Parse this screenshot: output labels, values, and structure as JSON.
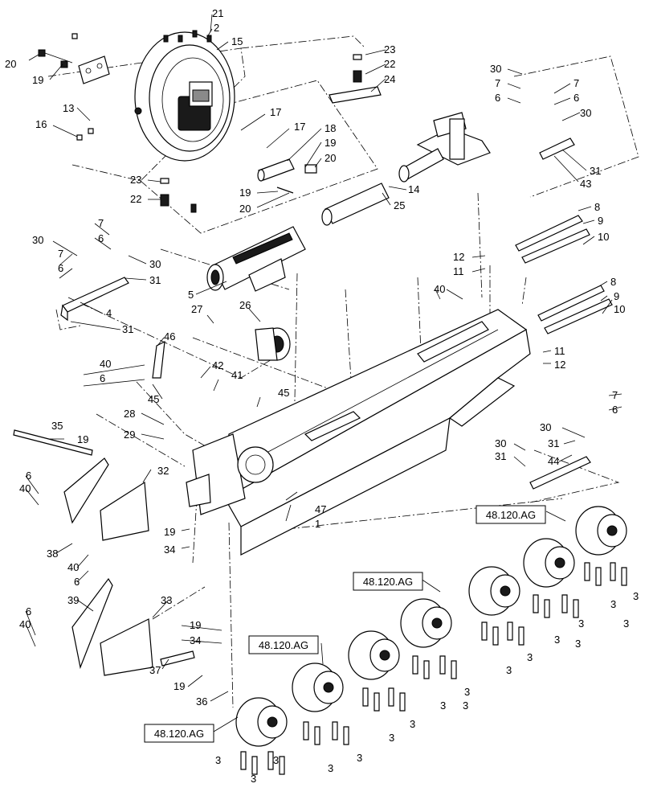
{
  "callouts": {
    "c1": "1",
    "c2": "2",
    "c3": "3",
    "c4": "4",
    "c5": "5",
    "c6": "6",
    "c7": "7",
    "c8": "8",
    "c9": "9",
    "c10": "10",
    "c11": "11",
    "c12": "12",
    "c13": "13",
    "c14": "14",
    "c15": "15",
    "c16": "16",
    "c17": "17",
    "c18": "18",
    "c19": "19",
    "c20": "20",
    "c21": "21",
    "c22": "22",
    "c23": "23",
    "c24": "24",
    "c25": "25",
    "c26": "26",
    "c27": "27",
    "c28": "28",
    "c29": "29",
    "c30": "30",
    "c31": "31",
    "c32": "32",
    "c33": "33",
    "c34": "34",
    "c35": "35",
    "c36": "36",
    "c37": "37",
    "c38": "38",
    "c39": "39",
    "c40": "40",
    "c41": "41",
    "c42": "42",
    "c43": "43",
    "c44": "44",
    "c45": "45",
    "c46": "46",
    "c47": "47"
  },
  "references": {
    "ref_roller_group": "48.120.AG"
  }
}
